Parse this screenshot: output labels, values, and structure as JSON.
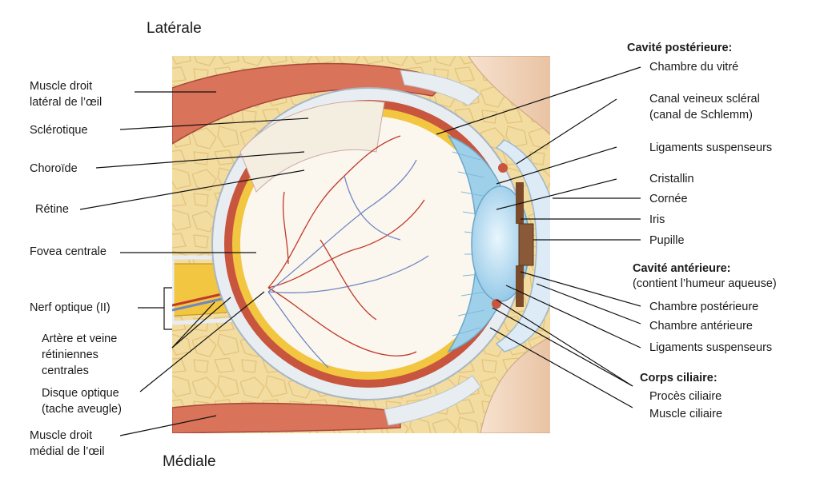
{
  "orientation": {
    "top": "Latérale",
    "bottom": "Médiale"
  },
  "left_labels": {
    "muscle_lateral": [
      "Muscle droit",
      "latéral de l’œil"
    ],
    "sclerotique": "Sclérotique",
    "choroide": "Choroïde",
    "retine": "Rétine",
    "fovea": "Fovea centrale",
    "nerf_optique": "Nerf optique (II)",
    "artere_veine": [
      "Artère et veine",
      "rétiniennes",
      "centrales"
    ],
    "disque_optique": [
      "Disque optique",
      "(tache aveugle)"
    ],
    "muscle_medial": [
      "Muscle droit",
      "médial de l’œil"
    ]
  },
  "right_labels": {
    "cavite_posterieure_header": "Cavité postérieure:",
    "chambre_vitre": "Chambre du vitré",
    "canal_schlemm": [
      "Canal veineux scléral",
      "(canal de Schlemm)"
    ],
    "ligaments_top": "Ligaments suspenseurs",
    "cristallin": "Cristallin",
    "cornee": "Cornée",
    "iris": "Iris",
    "pupille": "Pupille",
    "cavite_anterieure_header": "Cavité antérieure:",
    "cavite_anterieure_sub": "(contient l’humeur aqueuse)",
    "chambre_posterieure": "Chambre postérieure",
    "chambre_anterieure": "Chambre antérieure",
    "ligaments_bottom": "Ligaments suspenseurs",
    "corps_ciliaire_header": "Corps ciliaire:",
    "proces_ciliaire": "Procès ciliaire",
    "muscle_ciliaire": "Muscle ciliaire"
  },
  "colors": {
    "fat_tissue": "#f3dca0",
    "muscle": "#d9735a",
    "sclera": "#e8edf2",
    "choroid": "#c8553d",
    "retina": "#f2c640",
    "vitreous": "#fbf7ee",
    "artery": "#c0392b",
    "vein": "#6f86c4",
    "lens": "#bfe0f3",
    "ciliary": "#9fd0ea",
    "iris": "#7a4a2a",
    "cornea": "#dcebf6",
    "skin": "#f4d9c2"
  }
}
